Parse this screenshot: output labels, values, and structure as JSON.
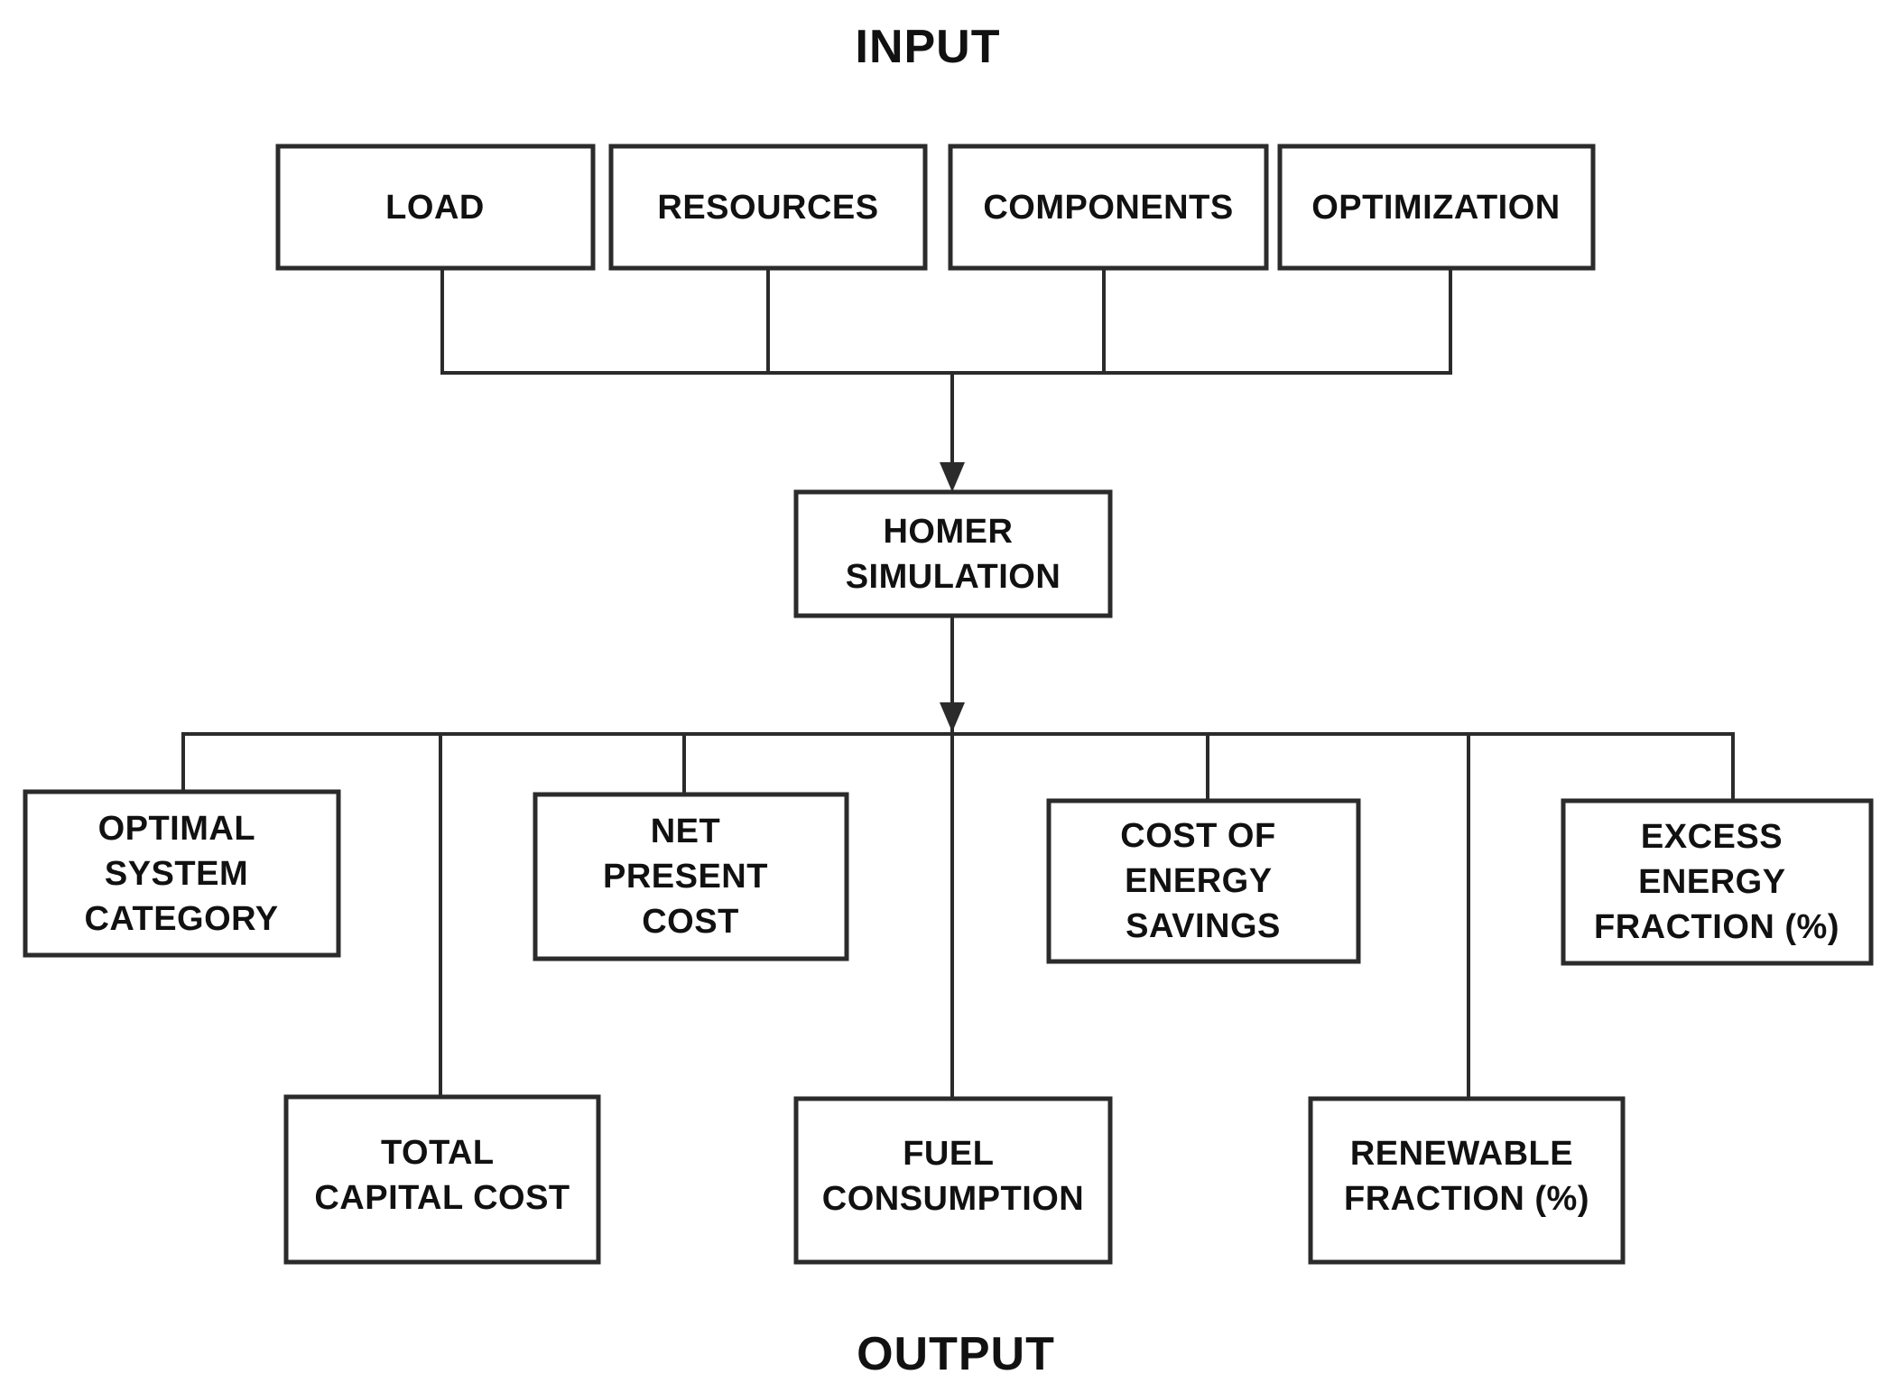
{
  "diagram": {
    "input_title": "INPUT",
    "output_title": "OUTPUT",
    "nodes": {
      "load": {
        "lines": [
          "LOAD"
        ]
      },
      "resources": {
        "lines": [
          "RESOURCES"
        ]
      },
      "components": {
        "lines": [
          "COMPONENTS"
        ]
      },
      "optimization": {
        "lines": [
          "OPTIMIZATION"
        ]
      },
      "homer_simulation": {
        "lines": [
          "HOMER",
          "SIMULATION"
        ]
      },
      "optimal_system_category": {
        "lines": [
          "OPTIMAL",
          "SYSTEM",
          "CATEGORY"
        ]
      },
      "total_capital_cost": {
        "lines": [
          "TOTAL",
          "CAPITAL COST"
        ]
      },
      "net_present_cost": {
        "lines": [
          "NET",
          "PRESENT",
          "COST"
        ]
      },
      "fuel_consumption": {
        "lines": [
          "FUEL",
          "CONSUMPTION"
        ]
      },
      "cost_of_energy_savings": {
        "lines": [
          "COST OF",
          "ENERGY",
          "SAVINGS"
        ]
      },
      "renewable_fraction": {
        "lines": [
          "RENEWABLE",
          "FRACTION (%)"
        ]
      },
      "excess_energy_fraction": {
        "lines": [
          "EXCESS",
          "ENERGY",
          "FRACTION (%)"
        ]
      }
    },
    "colors": {
      "background": "#ffffff",
      "line": "#2b2b2b",
      "text": "#111111"
    }
  }
}
